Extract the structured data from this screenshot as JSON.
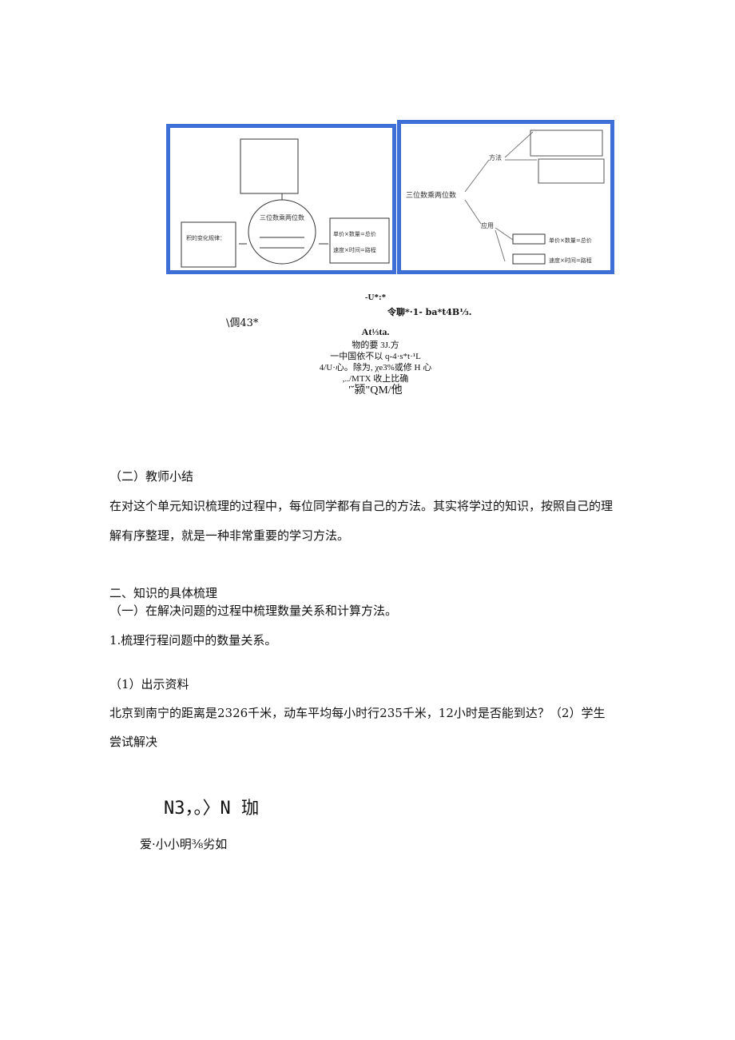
{
  "figure_left": {
    "center": "三位数乘两位数",
    "right_box": [
      "单价×数量=总价",
      "速度×时间=路程"
    ],
    "left_box": [
      "积的变化规律："
    ]
  },
  "figure_right": {
    "root": "三位数乘两位数",
    "branch_method": "方法",
    "branch_apply": "应用",
    "leaf1": "单价×数量=总价",
    "leaf2": "速度×时间=路程"
  },
  "ocr_noise": {
    "left": "\\倜43*",
    "lines": [
      "-U*:*",
      "令聊*·1- ba*t4B⅓.",
      "At⅓ta.",
      "物的要 3J.方",
      "一中国依不以 q-4·s*t·¹L",
      "4/U·心。除为, χe3%或修 H 心",
      ",../MTX 收上比确",
      "'˘颍\"QM/他"
    ]
  },
  "section_summary": {
    "heading": "（二）教师小结",
    "paragraph_line1": "在对这个单元知识梳理的过程中，每位同学都有自己的方法。其实将学过的知识，按照自己的理",
    "paragraph_line2": "解有序整理，就是一种非常重要的学习方法。"
  },
  "section_two": {
    "heading": "二、知识的具体梳理",
    "sub1": "（一）在解决问题的过程中梳理数量关系和计算方法。",
    "item1": "1.梳理行程问题中的数量关系。",
    "step1": "（1）出示资料",
    "problem_line1": "北京到南宁的距离是2326千米，动车平均每小时行235千米，12小时是否能到达？（2）学生",
    "problem_line2": "尝试解决",
    "noise1": "N3，。〉N 珈",
    "noise2": "爱·小小明⅜劣如"
  }
}
